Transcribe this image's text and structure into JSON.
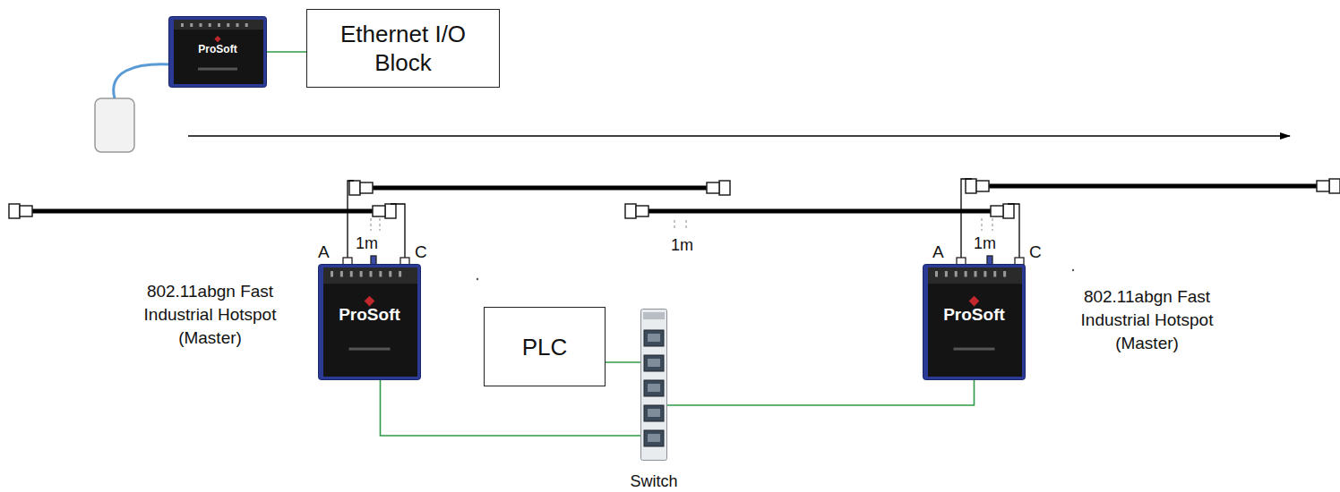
{
  "diagram": {
    "nodes": [
      {
        "text": [
          "ProSoft"
        ]
      },
      {
        "text": [
          "Ethernet I/O Block"
        ]
      },
      {
        "text": [
          "ProSoft",
          "802.11abgn Fast Industrial Hotspot (Master)"
        ]
      },
      {
        "text": [
          "PLC"
        ]
      },
      {
        "text": [
          "Switch"
        ]
      },
      {
        "text": [
          "ProSoft",
          "802.11abgn Fast Industrial Hotspot (Master)"
        ]
      }
    ],
    "edges": [
      {
        "from": 0,
        "to": 1,
        "arrow": "none"
      },
      {
        "from": 2,
        "to": 4,
        "arrow": "none"
      },
      {
        "from": 3,
        "to": 4,
        "arrow": "none"
      },
      {
        "from": 5,
        "to": 4,
        "arrow": "none"
      }
    ],
    "labels": [
      "A",
      "1m",
      "C",
      "1m",
      "A",
      "1m",
      "C"
    ]
  }
}
